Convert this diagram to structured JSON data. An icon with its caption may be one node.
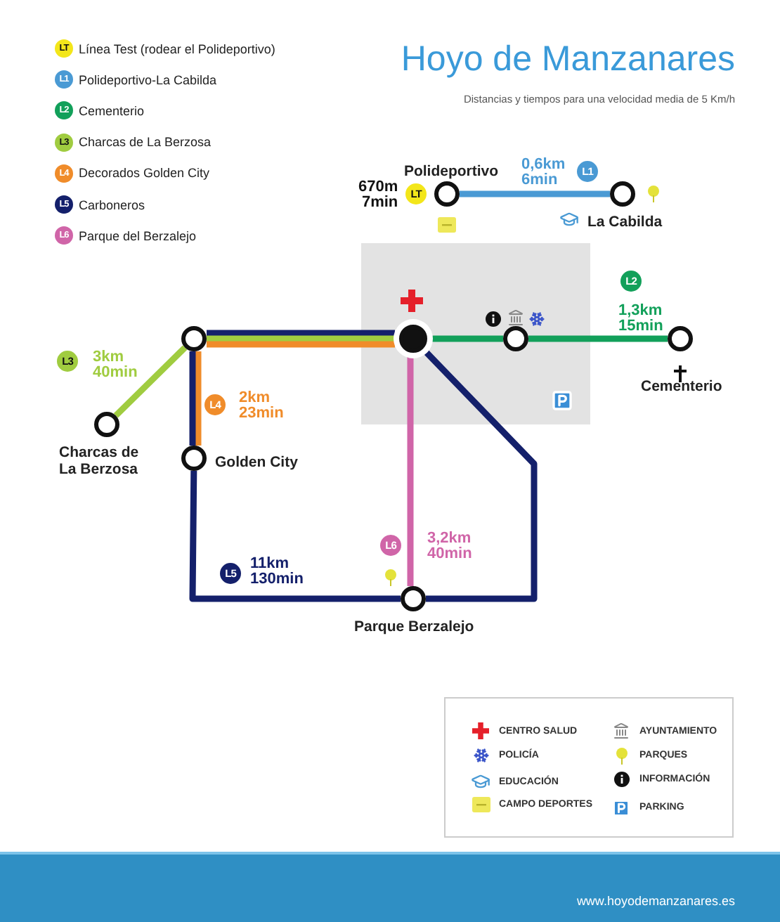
{
  "diagram": {
    "title": "Hoyo de Manzanares",
    "nodes": [
      {
        "text": [
          "Polideportivo"
        ]
      },
      {
        "text": [
          "La Cabilda"
        ]
      },
      {
        "text": [],
        "shape": "circle"
      },
      {
        "text": [],
        "shape": "circle"
      },
      {
        "text": [],
        "shape": "circle"
      },
      {
        "text": [
          "Cementerio"
        ]
      },
      {
        "text": [
          "Charcas de La Berzosa"
        ]
      },
      {
        "text": [
          "Golden City"
        ]
      },
      {
        "text": [
          "Parque Berzalejo"
        ]
      }
    ],
    "edges": [
      {
        "from": 0,
        "to": 1,
        "arrow": "none",
        "label": "0,6km 6min",
        "color": "#4a9ad4"
      },
      {
        "from": 3,
        "to": 4,
        "arrow": "none",
        "color": "#12a05a"
      },
      {
        "from": 4,
        "to": 5,
        "arrow": "none",
        "label": "1,3km 15min",
        "color": "#12a05a"
      },
      {
        "from": 2,
        "to": 6,
        "arrow": "none",
        "label": "3km 40min",
        "color": "#a0cc40"
      },
      {
        "from": 3,
        "to": 2,
        "arrow": "none"
      },
      {
        "from": 3,
        "to": 2,
        "arrow": "none",
        "color": "#a0cc40"
      },
      {
        "from": 3,
        "to": 2,
        "arrow": "none",
        "color": "#f08c2a"
      },
      {
        "from": 2,
        "to": 7,
        "arrow": "none",
        "label": "2km 23min",
        "color": "#f08c2a"
      },
      {
        "from": 2,
        "to": 7,
        "arrow": "none"
      },
      {
        "from": 7,
        "to": 8,
        "arrow": "none",
        "label": "11km 130min"
      },
      {
        "from": 3,
        "to": 8,
        "arrow": "none"
      },
      {
        "from": 3,
        "to": 8,
        "arrow": "none",
        "label": "3,2km 40min",
        "color": "#d065a8"
      }
    ],
    "labels": [
      "Distancias y tiempos para una velocidad media de 5 Km/h",
      "LT",
      "L1",
      "L2",
      "L3",
      "L4",
      "L5",
      "L6",
      "670m 7min",
      "LT",
      "L1",
      "L2",
      "L3",
      "L4",
      "L5",
      "L6",
      "www.hoyodemanzanares.es"
    ],
    "legend": [
      {
        "text": "Línea Test (rodear el Polideportivo)",
        "color": "#f3e61a"
      },
      {
        "text": "Polideportivo-La Cabilda",
        "color": "#4a9ad4"
      },
      {
        "text": "Cementerio",
        "color": "#12a05a"
      },
      {
        "text": "Charcas de La Berzosa",
        "color": "#a0cc40"
      },
      {
        "text": "Decorados Golden City",
        "color": "#f08c2a"
      },
      {
        "text": "Carboneros",
        "color": "#14206b"
      },
      {
        "text": "Parque del Berzalejo",
        "color": "#d065a8"
      },
      {
        "text": "CENTRO SALUD"
      },
      {
        "text": "AYUNTAMIENTO"
      },
      {
        "text": "POLICÍA"
      },
      {
        "text": "PARQUES"
      },
      {
        "text": "EDUCACIÓN"
      },
      {
        "text": "INFORMACIÓN"
      },
      {
        "text": "CAMPO DEPORTES"
      },
      {
        "text": "PARKING"
      }
    ]
  }
}
